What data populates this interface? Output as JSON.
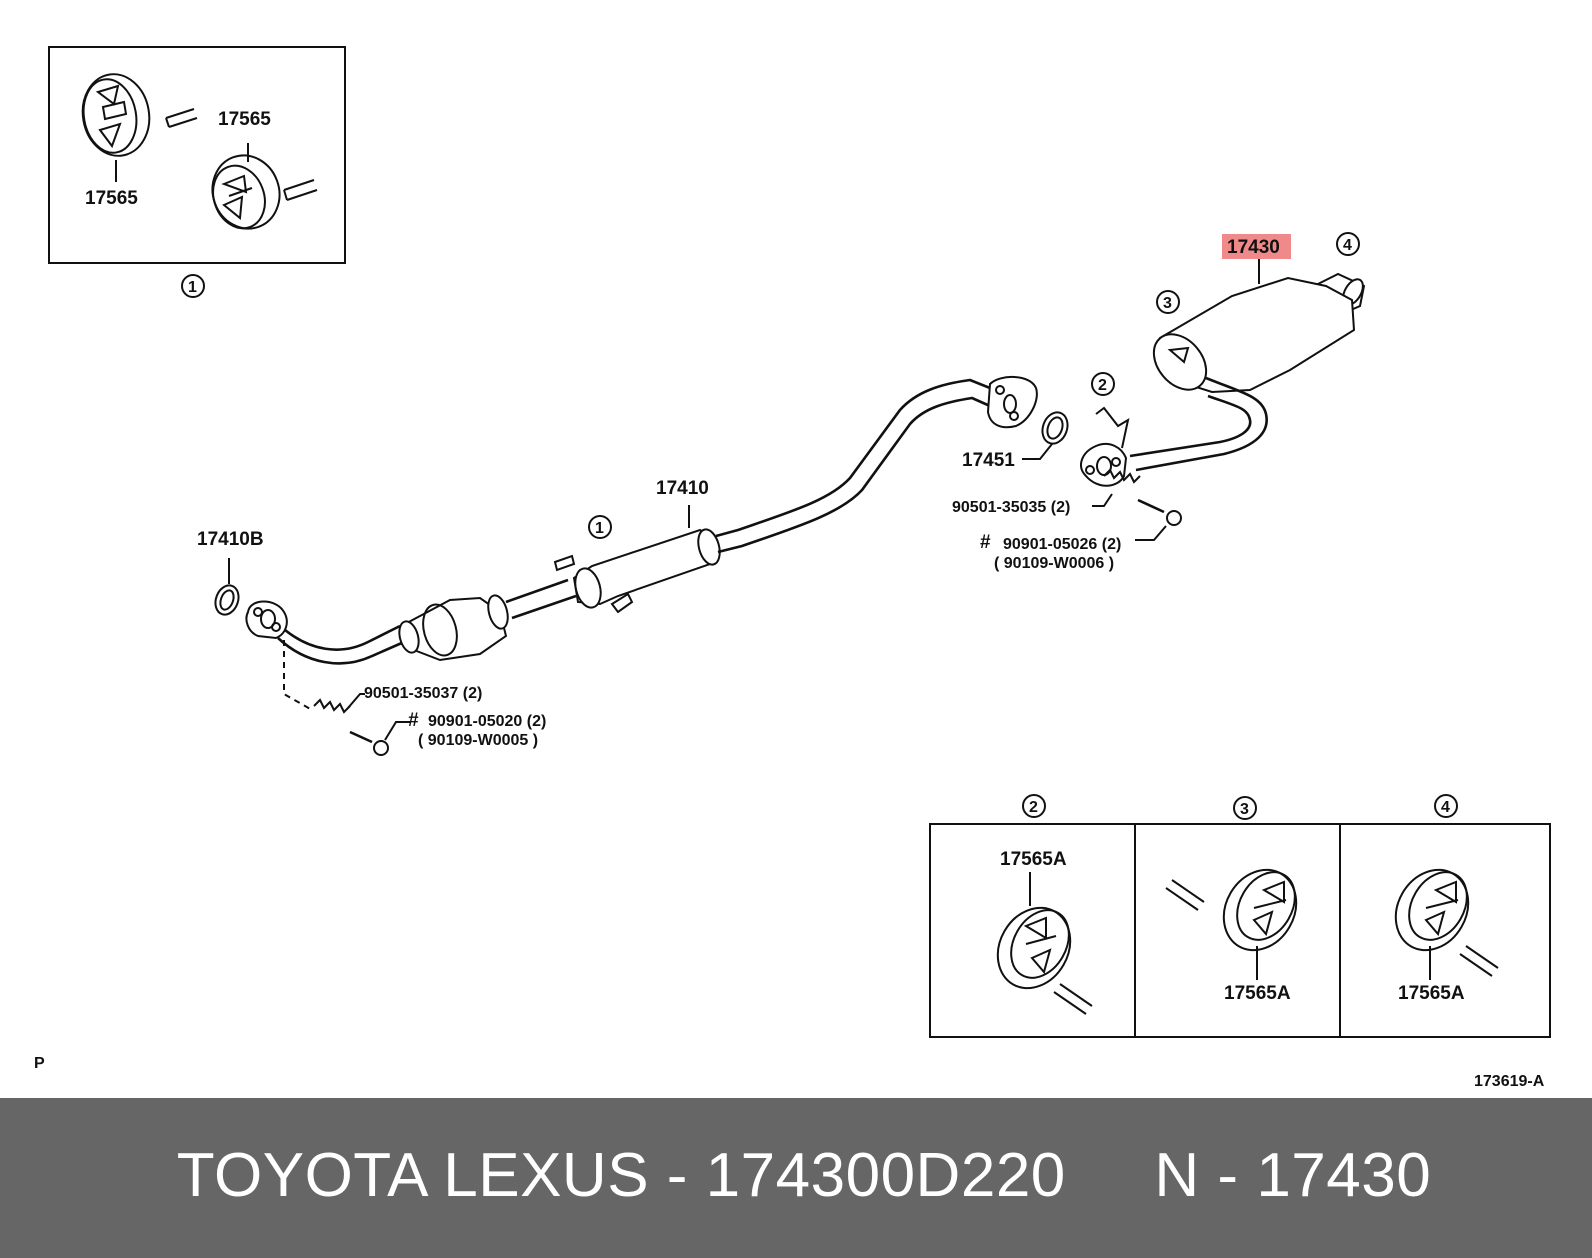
{
  "diagram": {
    "inset_top": {
      "label_top": "17565",
      "label_bottom": "17565",
      "callout": "1"
    },
    "parts": {
      "front_pipe_gasket": "17410B",
      "center_pipe": "17410",
      "center_callout": "1",
      "gasket_2": "17451",
      "muffler": "17430",
      "callout_2": "2",
      "callout_3": "3",
      "callout_4": "4",
      "spring_front": "90501-35037 (2)",
      "bolt_front_hash": "#",
      "bolt_front": "90901-05020 (2)",
      "bolt_front_alt": "( 90109-W0005 )",
      "spring_rear": "90501-35035 (2)",
      "bolt_rear_hash": "#",
      "bolt_rear": "90901-05026 (2)",
      "bolt_rear_alt": "( 90109-W0006 )"
    },
    "inset_bottom": {
      "callouts": [
        "2",
        "3",
        "4"
      ],
      "labels": [
        "17565A",
        "17565A",
        "17565A"
      ]
    },
    "page_marker": "P",
    "drawing_number": "173619-A",
    "highlight_color": "#f08a8a"
  },
  "footer": {
    "brand": "TOYOTA LEXUS",
    "separator": " - ",
    "part_number": "174300D220",
    "note_prefix": "N",
    "note_separator": " - ",
    "note_value": "17430"
  }
}
